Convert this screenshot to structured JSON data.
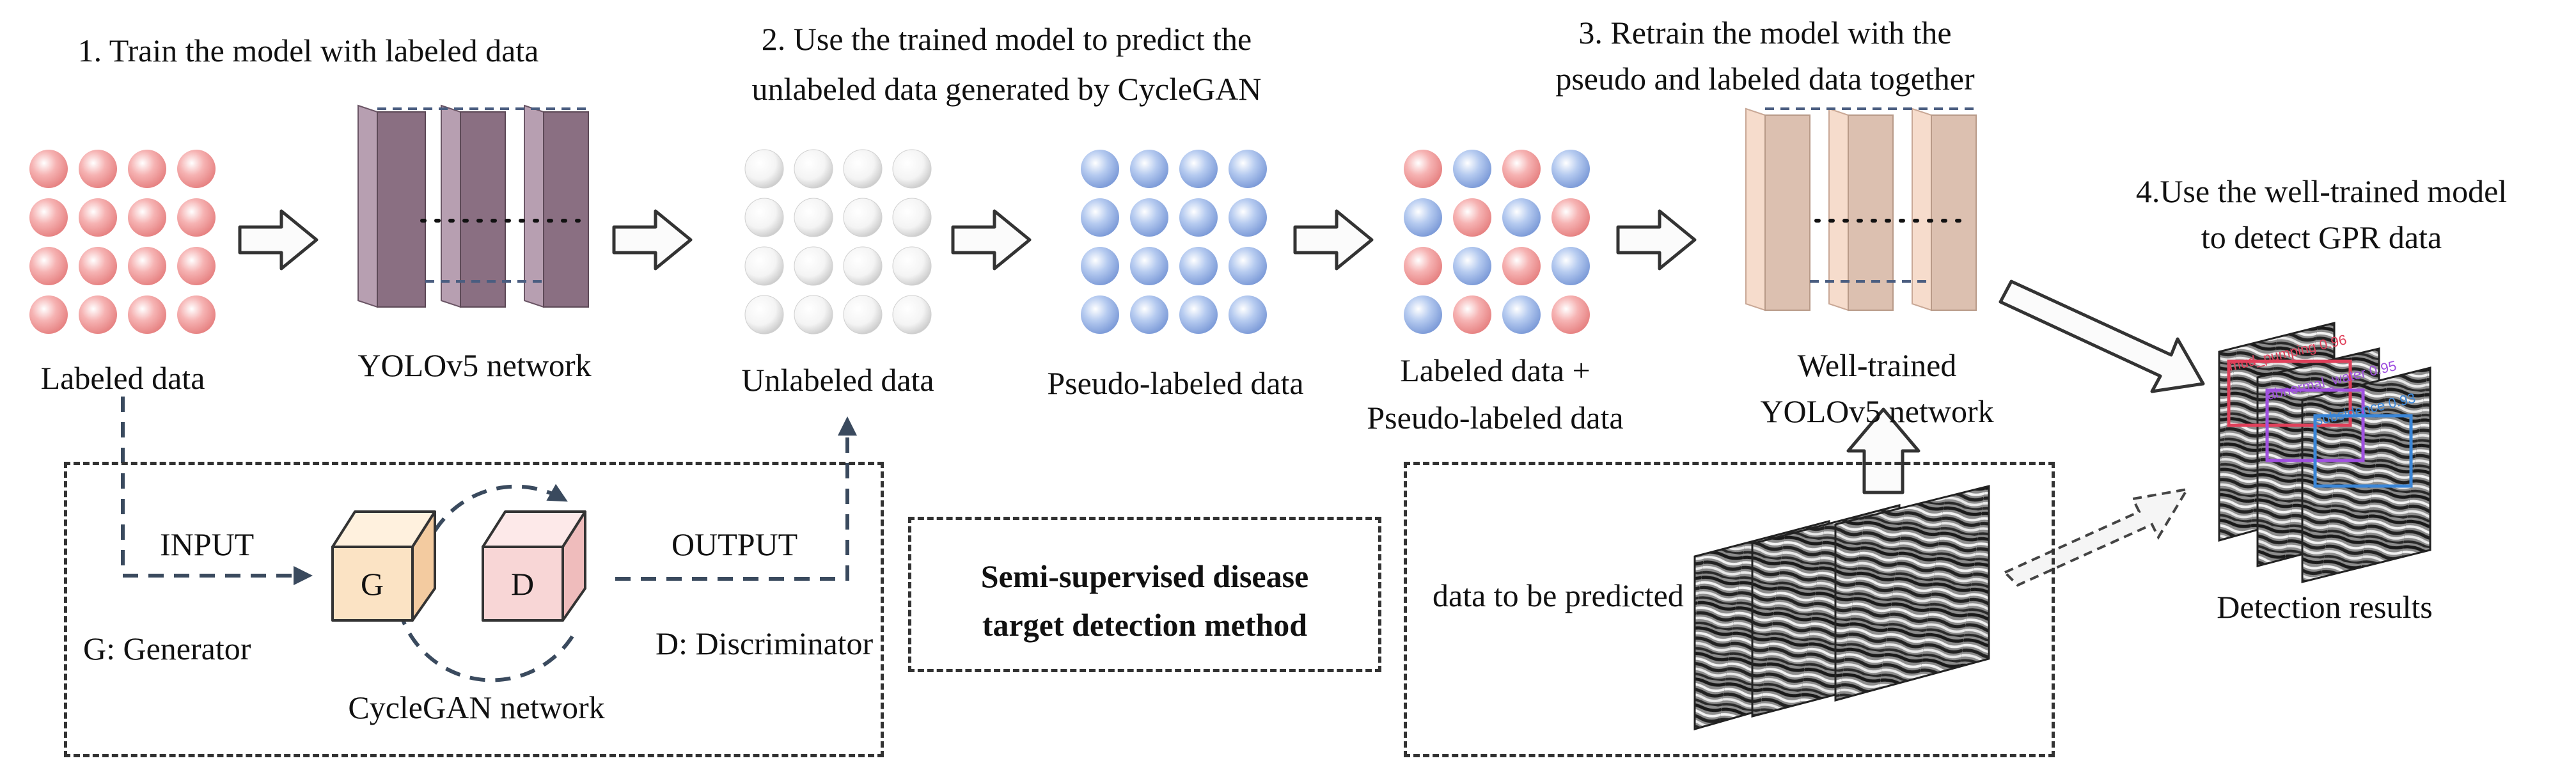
{
  "steps": {
    "step1": "1. Train the model with labeled data",
    "step2_line1": "2. Use the trained model to predict the",
    "step2_line2": "unlabeled data generated by CycleGAN",
    "step3_line1": "3. Retrain the model with the",
    "step3_line2": "pseudo and labeled data together",
    "step4_line1": "4.Use the well-trained model",
    "step4_line2": "to detect GPR data"
  },
  "labels": {
    "labeled_data": "Labeled data",
    "yolo_network": "YOLOv5  network",
    "unlabeled_data": "Unlabeled data",
    "pseudo_labeled_data": "Pseudo-labeled data",
    "combined_line1": "Labeled data +",
    "combined_line2": "Pseudo-labeled data",
    "well_trained_line1": "Well-trained",
    "well_trained_line2": "YOLOv5  network",
    "detection_results": "Detection results"
  },
  "cyclegan": {
    "input": "INPUT",
    "output": "OUTPUT",
    "g_letter": "G",
    "d_letter": "D",
    "generator": "G: Generator",
    "discriminator": "D: Discriminator",
    "network": "CycleGAN  network"
  },
  "method": {
    "line1": "Semi-supervised disease",
    "line2": "target detection method"
  },
  "prediction": {
    "label": "data to be predicted"
  },
  "detections": [
    {
      "label": "mud_pumping",
      "score": "0.96",
      "color": "#e0405a"
    },
    {
      "label": "abnormal_water",
      "score": "0.95",
      "color": "#a050e0"
    },
    {
      "label": "subsidence",
      "score": "0.93",
      "color": "#3a86d8"
    }
  ],
  "colors": {
    "labeled": "#f08a8a",
    "pseudo": "#7ea2e0",
    "unlabeled": "#d8d8d8",
    "yolo_plate": "#8a6f82",
    "well_trained_plate": "#e0c4b4",
    "g_box": "#fbe3c4",
    "d_box": "#f8d6d6",
    "dash": "#3a4a5e"
  }
}
